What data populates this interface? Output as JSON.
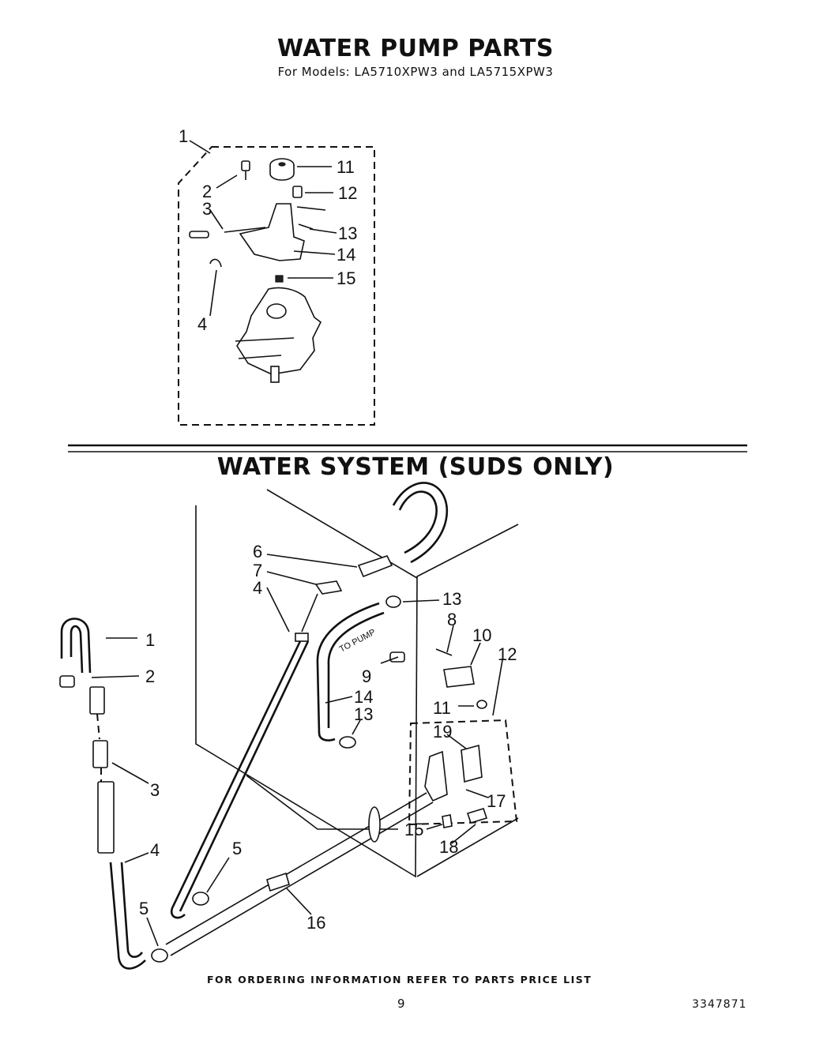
{
  "header": {
    "title": "WATER PUMP PARTS",
    "models_line": "For Models: LA5710XPW3 and LA5715XPW3"
  },
  "section2": {
    "title": "WATER SYSTEM (SUDS ONLY)"
  },
  "pump_callouts": [
    "1",
    "2",
    "3",
    "4",
    "11",
    "12",
    "13",
    "14",
    "15"
  ],
  "water_callouts_left": [
    "1",
    "2",
    "3",
    "4",
    "5"
  ],
  "water_callouts_main": [
    "6",
    "7",
    "4",
    "13",
    "8",
    "10",
    "12",
    "9",
    "14",
    "11",
    "13",
    "19",
    "17",
    "5",
    "15",
    "18",
    "16"
  ],
  "hose_label": "TO PUMP",
  "footer": {
    "ordering_note": "FOR ORDERING INFORMATION REFER TO PARTS PRICE LIST",
    "page_number": "9",
    "doc_number": "3347871"
  }
}
